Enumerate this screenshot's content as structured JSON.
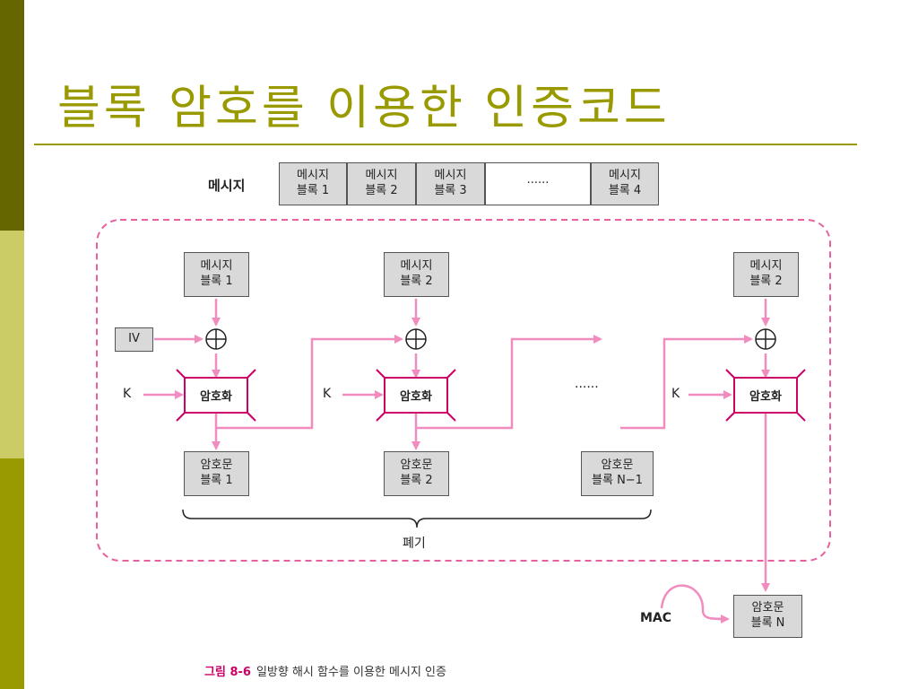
{
  "title": "블록 암호를 이용한 인증코드",
  "message_label": "메시지",
  "message_blocks": [
    {
      "line1": "메시지",
      "line2": "블록 1"
    },
    {
      "line1": "메시지",
      "line2": "블록 2"
    },
    {
      "line1": "메시지",
      "line2": "블록 3"
    },
    {
      "line1": "······",
      "line2": ""
    },
    {
      "line1": "메시지",
      "line2": "블록 4"
    }
  ],
  "chain": {
    "col1_msg": {
      "line1": "메시지",
      "line2": "블록 1"
    },
    "col2_msg": {
      "line1": "메시지",
      "line2": "블록 2"
    },
    "col3_msg": {
      "line1": "메시지",
      "line2": "블록 2"
    },
    "iv": "IV",
    "key": "K",
    "encrypt": "암호화",
    "ellipsis": "······",
    "col1_cipher": {
      "line1": "암호문",
      "line2": "블록 1"
    },
    "col2_cipher": {
      "line1": "암호문",
      "line2": "블록 2"
    },
    "col3_cipher": {
      "line1": "암호문",
      "line2": "블록 N−1"
    },
    "discard": "폐기",
    "mac": "MAC",
    "final_cipher": {
      "line1": "암호문",
      "line2": "블록 N"
    }
  },
  "caption": {
    "figure": "그림 8-6",
    "text": "일방향 해시 함수를 이용한 메시지 인증"
  },
  "colors": {
    "accent": "#999900",
    "arrow": "#f08cbe",
    "encrypt_border": "#cc0066",
    "box_fill": "#d9d9d9"
  }
}
